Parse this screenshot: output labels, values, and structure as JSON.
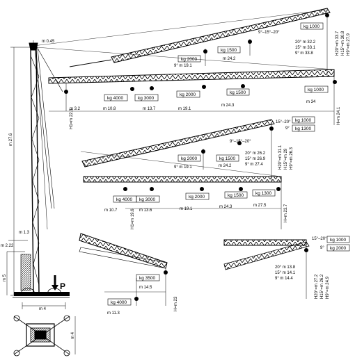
{
  "tower": {
    "top_offset": "m 0.45",
    "height": "m 27.6",
    "base_offset": "m 1.3",
    "base_width_small": "m 2.22",
    "ballast_height": "m 5",
    "base_width": "m 4",
    "plan_width": "m 4",
    "load_symbol": "P"
  },
  "config1": {
    "angle": "9°–15°–20°",
    "loads": [
      "kg 1000",
      "kg 1500",
      "kg 2000"
    ],
    "radii": [
      "9° m 19.1",
      "m 24.2"
    ],
    "tip_radii": [
      "20° m 32.2",
      "15° m 33.1",
      "9° m 33.8"
    ],
    "tip_heights": [
      "H20°=m 33.7",
      "H15°=m 30.8",
      "H9°=m 27.9"
    ]
  },
  "config2": {
    "loads": [
      "kg 4000",
      "kg 3000",
      "kg 2000",
      "kg 1500",
      "kg 1000"
    ],
    "radii": [
      "m 3.2",
      "m 10.8",
      "m 13.7",
      "m 19.1",
      "m 24.3",
      "m 34"
    ],
    "heights": [
      "H1=m 22.3",
      "H=m 24.1"
    ]
  },
  "config3": {
    "angle_top": "15°–20°",
    "angle_mid": "9°–15°–20°",
    "loads_tip": [
      "kg 1000",
      "kg 1300"
    ],
    "tip_angles": [
      "9°"
    ],
    "loads": [
      "kg 2000",
      "kg 1500"
    ],
    "radii": [
      "9° m 19.1",
      "m 24.2"
    ],
    "tip_radii": [
      "20° m 26.2",
      "15° m 26.9",
      "9° m 27.4"
    ],
    "tip_heights": [
      "H20°=m 31.1",
      "H15°=m 29",
      "H9°=m 26.3"
    ]
  },
  "config4": {
    "loads": [
      "kg 4000",
      "kg 3000",
      "kg 2000",
      "kg 1500",
      "kg 1300"
    ],
    "radii": [
      "m 10.7",
      "m 13.6",
      "m 19.1",
      "m 24.3",
      "m 27.5"
    ],
    "heights": [
      "H1=m 19.6",
      "H=m 23.7"
    ]
  },
  "config5": {
    "loads": [
      "kg 4000",
      "kg 3500"
    ],
    "radii": [
      "m 11.3",
      "m 14.5"
    ],
    "heights": [
      "H=m 23"
    ]
  },
  "config6": {
    "angle": "15°–20°",
    "loads": [
      "kg 1000",
      "kg 2000"
    ],
    "tip_angle": "9°",
    "tip_radii": [
      "20° m 13.8",
      "15° m 14.1",
      "9° m 14.4"
    ],
    "tip_heights": [
      "H20°=m 27.2",
      "H15°=m 26.2",
      "H9°=m 24.9"
    ]
  },
  "colors": {
    "ink": "#000000",
    "paper": "#ffffff"
  }
}
